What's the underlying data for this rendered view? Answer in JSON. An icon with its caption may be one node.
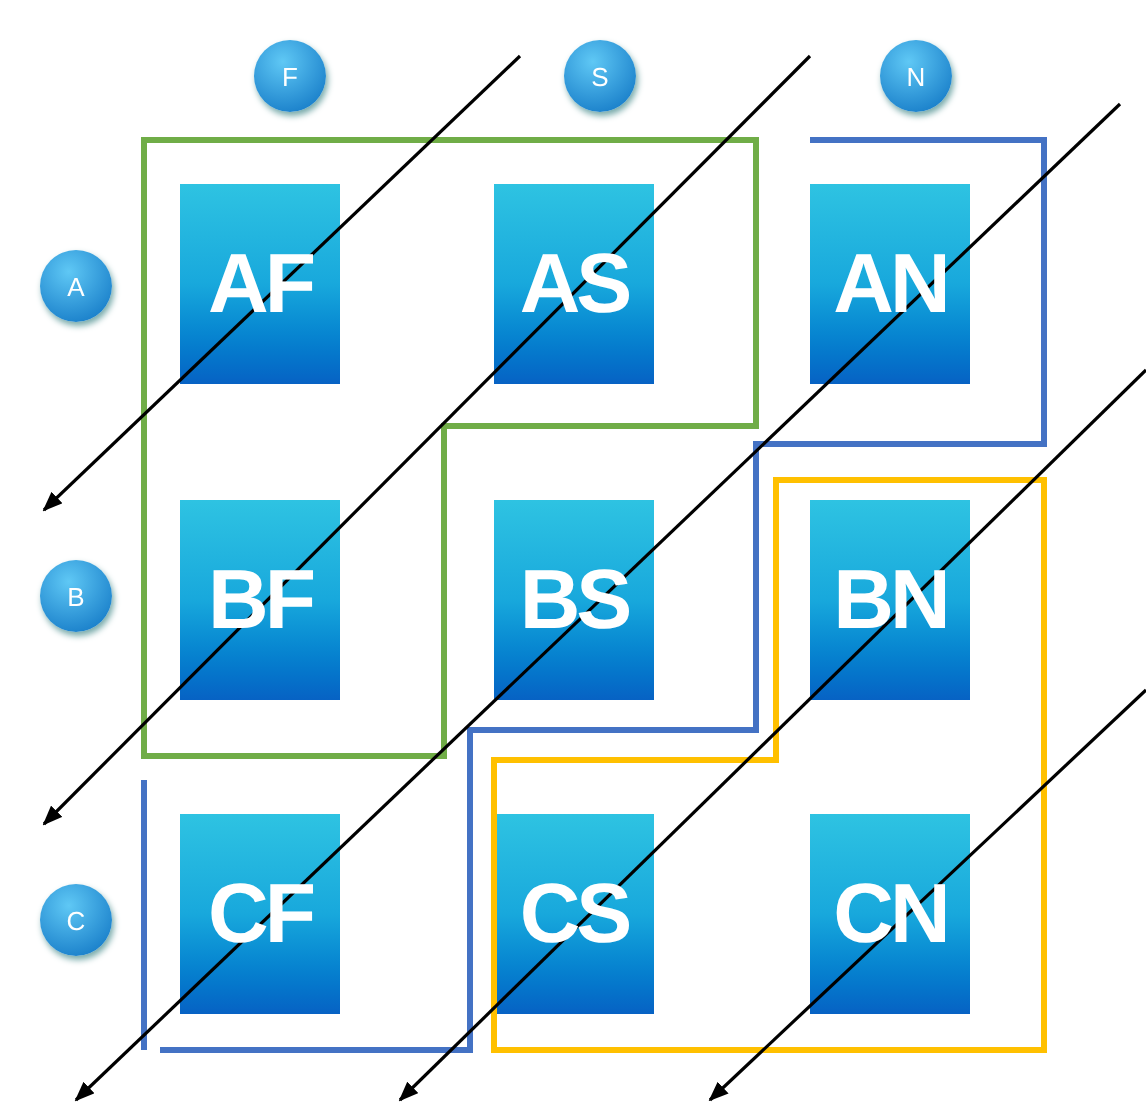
{
  "diagram": {
    "nodes": [
      {
        "text": [
          "F"
        ]
      },
      {
        "text": [
          "S"
        ]
      },
      {
        "text": [
          "N"
        ]
      },
      {
        "text": [
          "A"
        ]
      },
      {
        "text": [
          "B"
        ]
      },
      {
        "text": [
          "C"
        ]
      },
      {
        "text": [
          "AF"
        ]
      },
      {
        "text": [
          "AS"
        ]
      },
      {
        "text": [
          "AN"
        ]
      },
      {
        "text": [
          "BF"
        ]
      },
      {
        "text": [
          "BS"
        ]
      },
      {
        "text": [
          "BN"
        ]
      },
      {
        "text": [
          "CF"
        ]
      },
      {
        "text": [
          "CS"
        ]
      },
      {
        "text": [
          "CN"
        ]
      }
    ]
  }
}
